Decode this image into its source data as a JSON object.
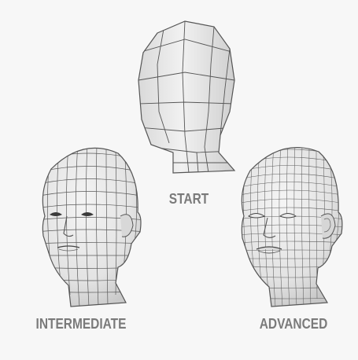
{
  "labels": {
    "start": "START",
    "intermediate": "INTERMEDIATE",
    "advanced": "ADVANCED"
  },
  "colors": {
    "background": "#f7f7f7",
    "mesh_fill": "#e9e9e9",
    "mesh_shade": "#d2d2d2",
    "wire": "#555555",
    "label": "#7a7a7a"
  },
  "icons": [
    "low-poly-head-model-icon",
    "mid-poly-head-model-icon",
    "high-poly-head-model-icon"
  ]
}
